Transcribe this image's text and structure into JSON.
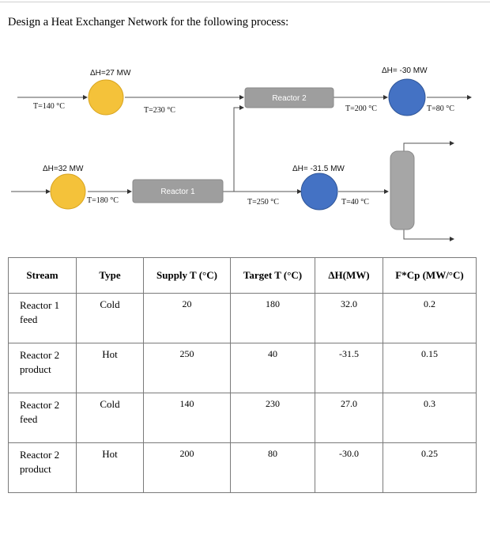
{
  "title": "Design a Heat Exchanger Network for the following process:",
  "diagram": {
    "reactor2_label": "Reactor 2",
    "reactor1_label": "Reactor 1",
    "heater_top_dh": "ΔH=27 MW",
    "heater_left_dh": "ΔH=32 MW",
    "cooler_top_dh": "ΔH= -30 MW",
    "cooler_mid_dh": "ΔH= -31.5 MW",
    "t_140": "T=140 °C",
    "t_230": "T=230 °C",
    "t_200": "T=200 °C",
    "t_80": "T=80 °C",
    "t_180": "T=180 °C",
    "t_250": "T=250 °C",
    "t_40": "T=40 °C",
    "colors": {
      "heater": "#f4c23a",
      "cooler": "#4472c4",
      "reactor": "#9e9e9e",
      "separator": "#a6a6a6"
    }
  },
  "table": {
    "headers": [
      "Stream",
      "Type",
      "Supply T (°C)",
      "Target T (°C)",
      "ΔH(MW)",
      "F*Cp (MW/°C)"
    ],
    "rows": [
      {
        "stream_line1": "Reactor 1",
        "stream_line2": "feed",
        "type": "Cold",
        "supply": "20",
        "target": "180",
        "dh": "32.0",
        "fcp": "0.2"
      },
      {
        "stream_line1": "Reactor 2",
        "stream_line2": "product",
        "type": "Hot",
        "supply": "250",
        "target": "40",
        "dh": "-31.5",
        "fcp": "0.15"
      },
      {
        "stream_line1": "Reactor 2",
        "stream_line2": "feed",
        "type": "Cold",
        "supply": "140",
        "target": "230",
        "dh": "27.0",
        "fcp": "0.3"
      },
      {
        "stream_line1": "Reactor 2",
        "stream_line2": "product",
        "type": "Hot",
        "supply": "200",
        "target": "80",
        "dh": "-30.0",
        "fcp": "0.25"
      }
    ]
  }
}
